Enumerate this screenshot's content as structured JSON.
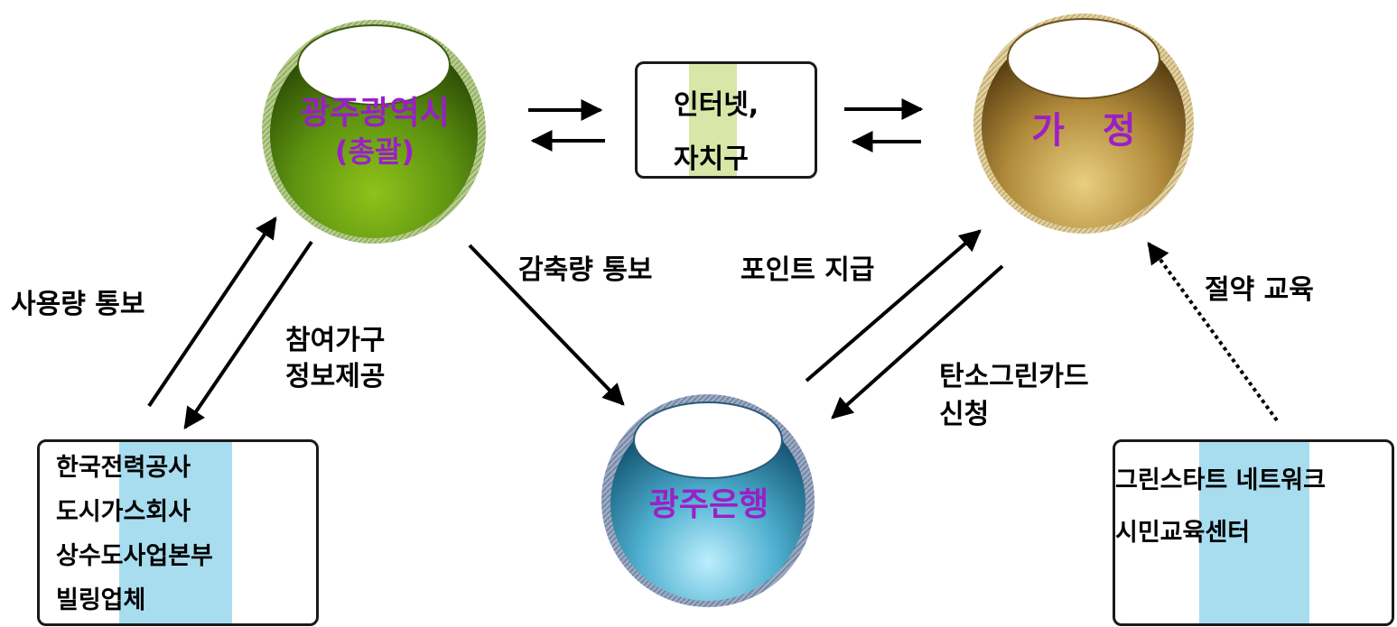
{
  "nodes": {
    "city": {
      "line1": "광주광역시",
      "line2": "(총괄)"
    },
    "home": {
      "label": "가   정"
    },
    "bank": {
      "label": "광주은행"
    }
  },
  "boxes": {
    "internet": {
      "lines": [
        "인터넷,",
        "자치구"
      ]
    },
    "utilities": {
      "lines": [
        "한국전력공사",
        "도시가스회사",
        "상수도사업본부",
        "빌링업체"
      ]
    },
    "education": {
      "lines": [
        "그린스타트 네트워크",
        "시민교육센터"
      ]
    }
  },
  "edge_labels": {
    "usage_notice": "사용량 통보",
    "household_info": [
      "참여가구",
      "정보제공"
    ],
    "reduction_notice": "감축량 통보",
    "point_payment": "포인트 지급",
    "saving_education": "절약 교육",
    "card_application": [
      "탄소그린카드",
      "신청"
    ]
  },
  "colors": {
    "node_text": "#9b1fc7",
    "city_green": "#5a8f10",
    "home_gold": "#a88a3a",
    "bank_blue": "#2f8fb0",
    "box_highlight_green": "#d8e6a8",
    "box_highlight_blue": "#a8ddf0"
  }
}
